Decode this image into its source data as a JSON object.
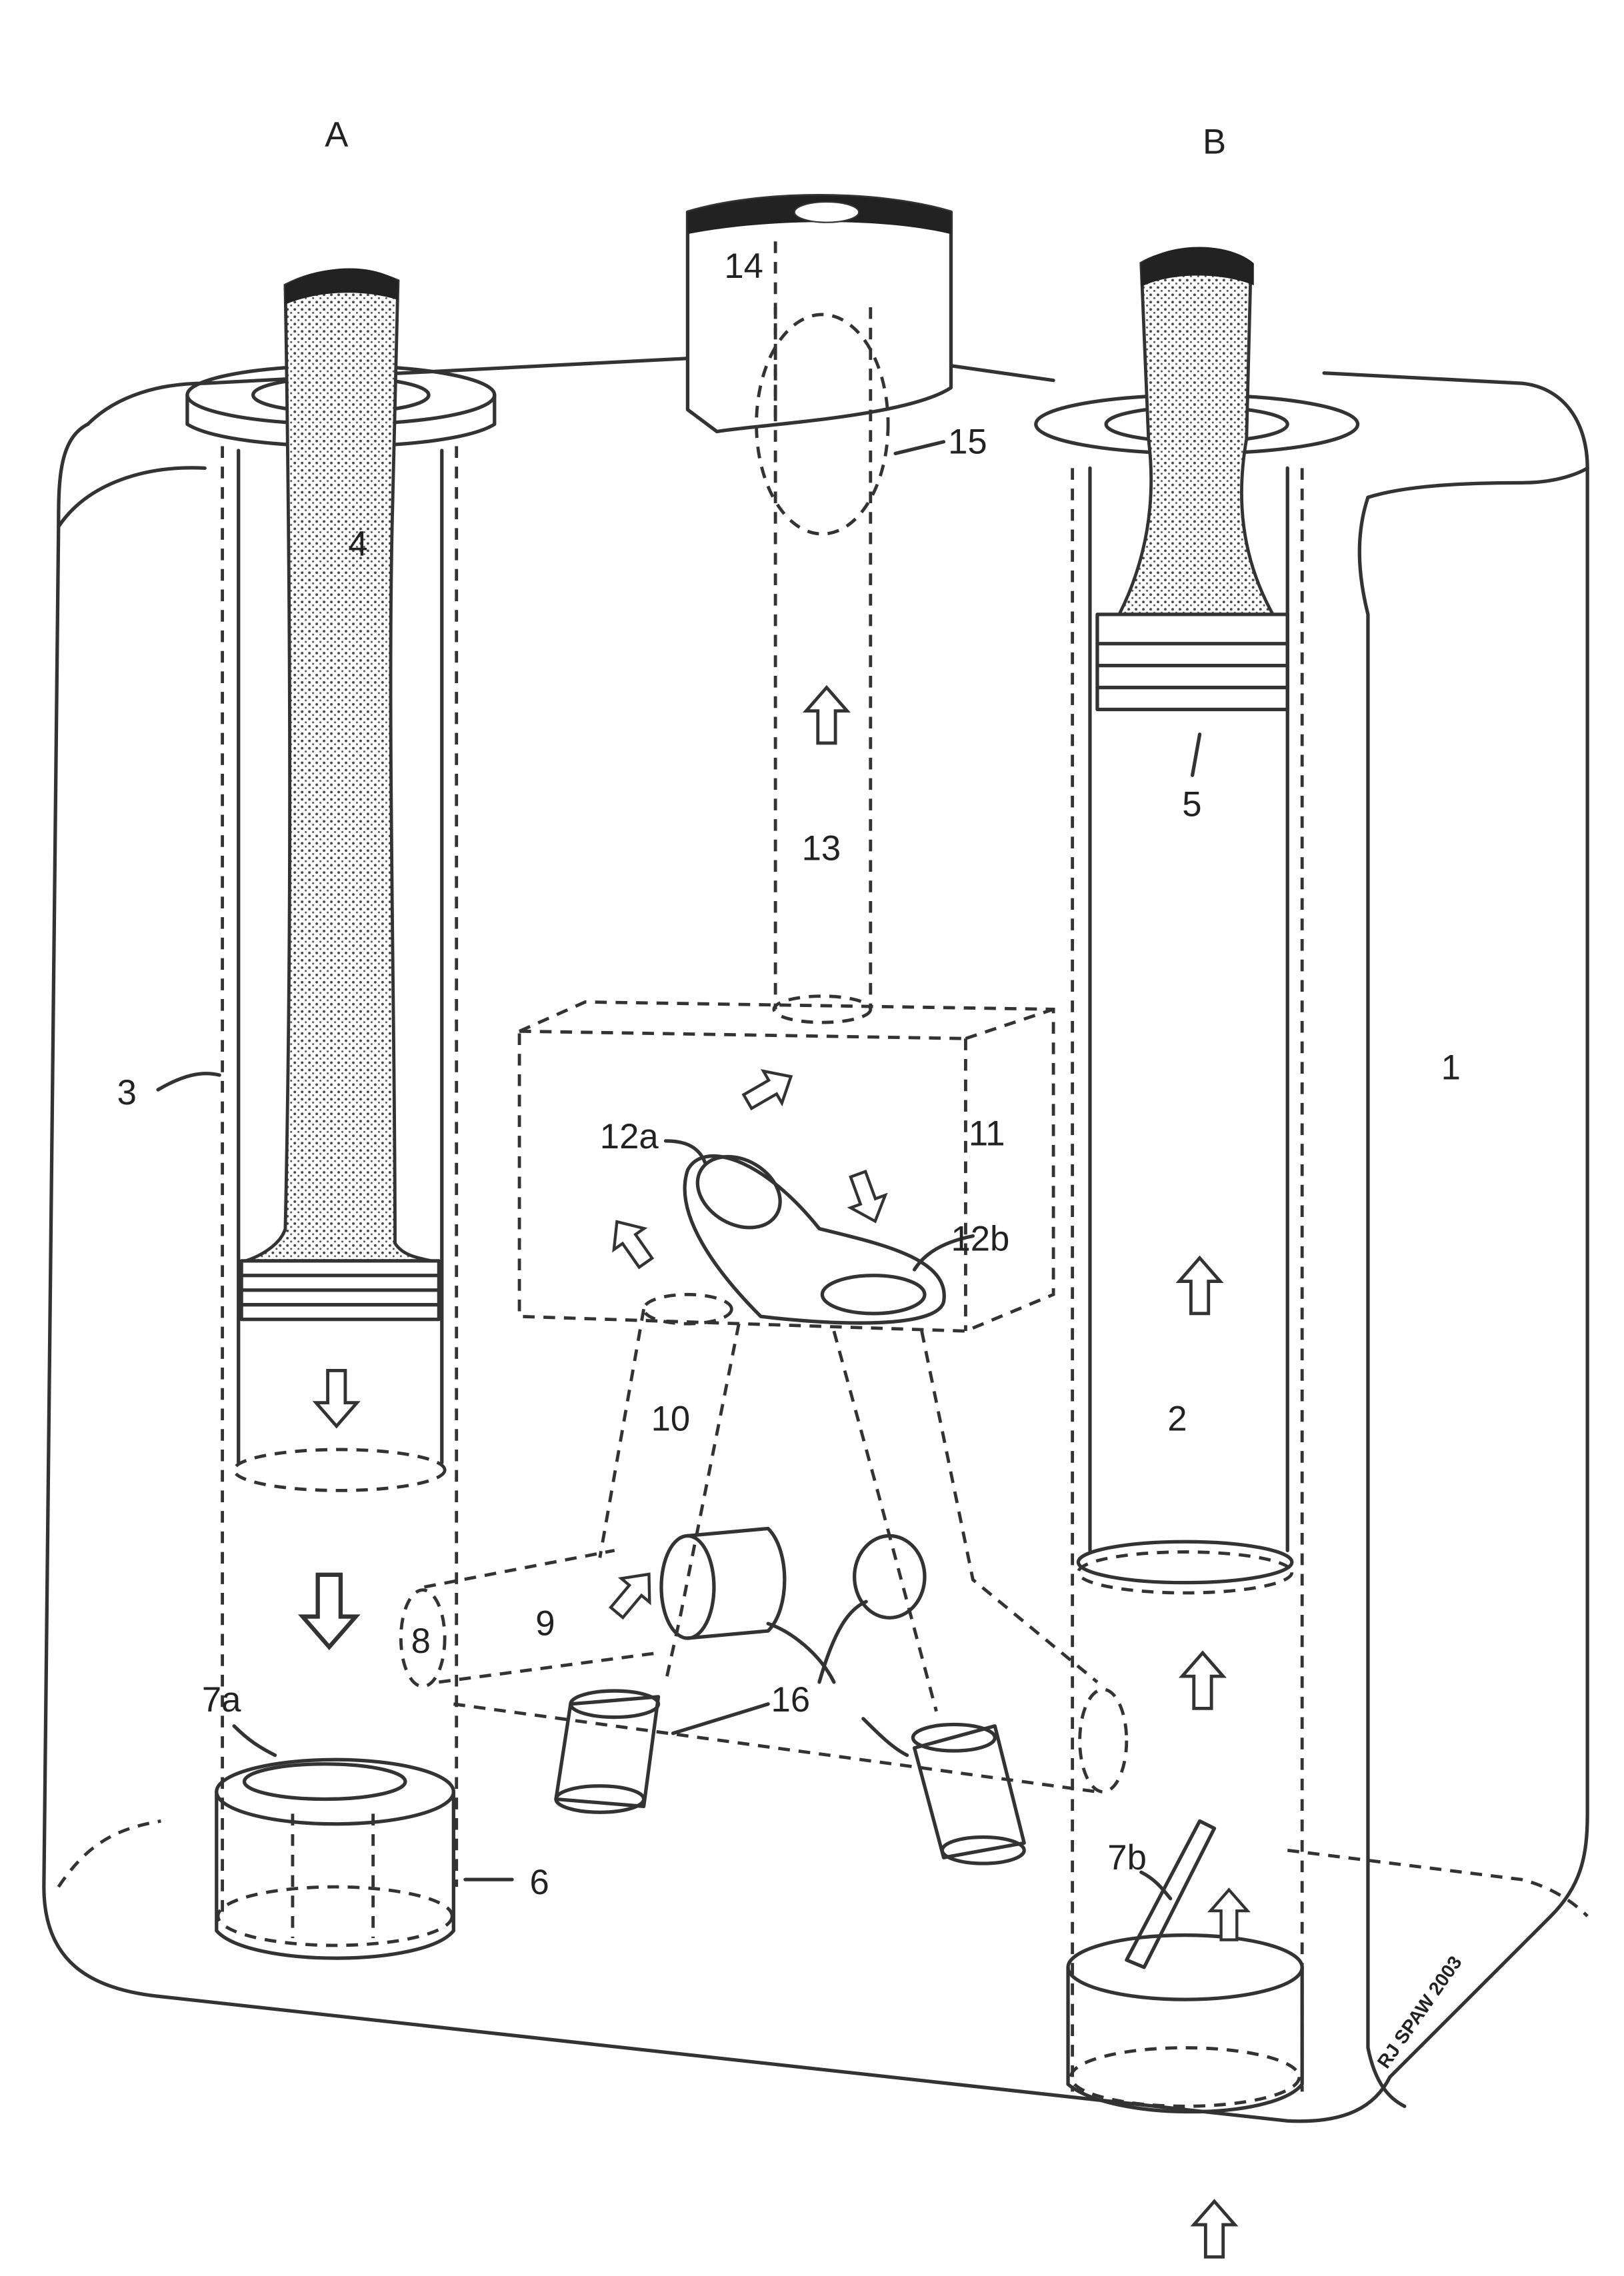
{
  "figure": {
    "column_labels": {
      "a": "A",
      "b": "B"
    },
    "callouts": {
      "n1": "1",
      "n2": "2",
      "n3": "3",
      "n4": "4",
      "n5": "5",
      "n6": "6",
      "n7a": "7a",
      "n7b": "7b",
      "n8": "8",
      "n9": "9",
      "n10": "10",
      "n11": "11",
      "n12a": "12a",
      "n12b": "12b",
      "n13": "13",
      "n14": "14",
      "n15": "15",
      "n16": "16"
    },
    "signature": "RJ SPAW 2003"
  }
}
